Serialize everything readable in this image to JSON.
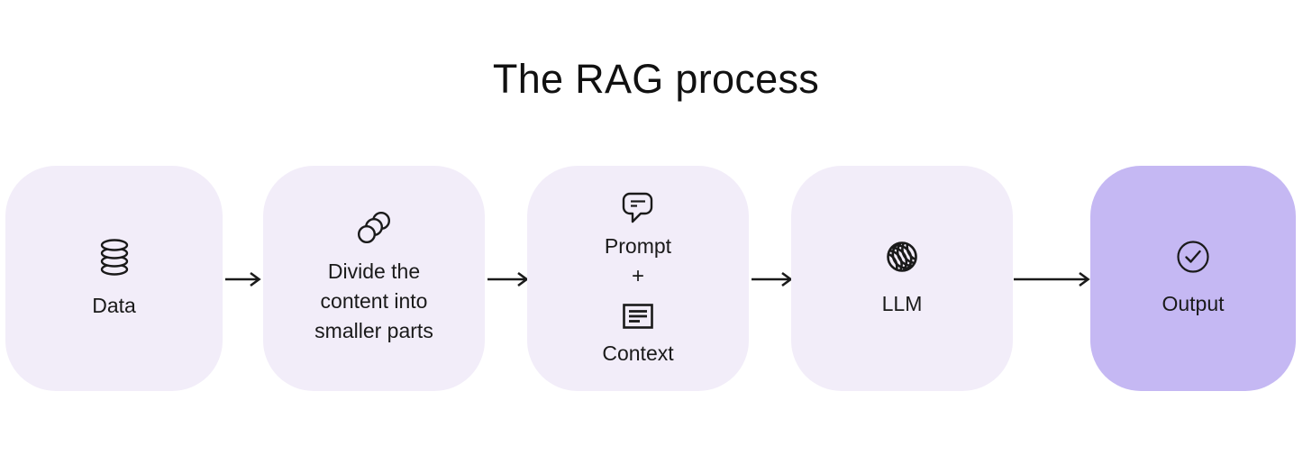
{
  "title": "The RAG process",
  "colors": {
    "background": "#FFFFFF",
    "card_background": "#F2EDF9",
    "card_highlight_background": "#C5B8F3",
    "text": "#1A1A1A",
    "arrow": "#1A1A1A"
  },
  "steps": [
    {
      "id": "data",
      "label": "Data",
      "icon": "database-icon",
      "highlighted": false
    },
    {
      "id": "chunking",
      "label": "Divide the content into smaller parts",
      "icon": "chunks-icon",
      "highlighted": false
    },
    {
      "id": "prompt-context",
      "prompt_label": "Prompt",
      "plus": "+",
      "context_label": "Context",
      "icons": [
        "chat-bubble-icon",
        "document-icon"
      ],
      "highlighted": false
    },
    {
      "id": "llm",
      "label": "LLM",
      "icon": "yarn-ball-icon",
      "highlighted": false
    },
    {
      "id": "output",
      "label": "Output",
      "icon": "check-circle-icon",
      "highlighted": true
    }
  ]
}
